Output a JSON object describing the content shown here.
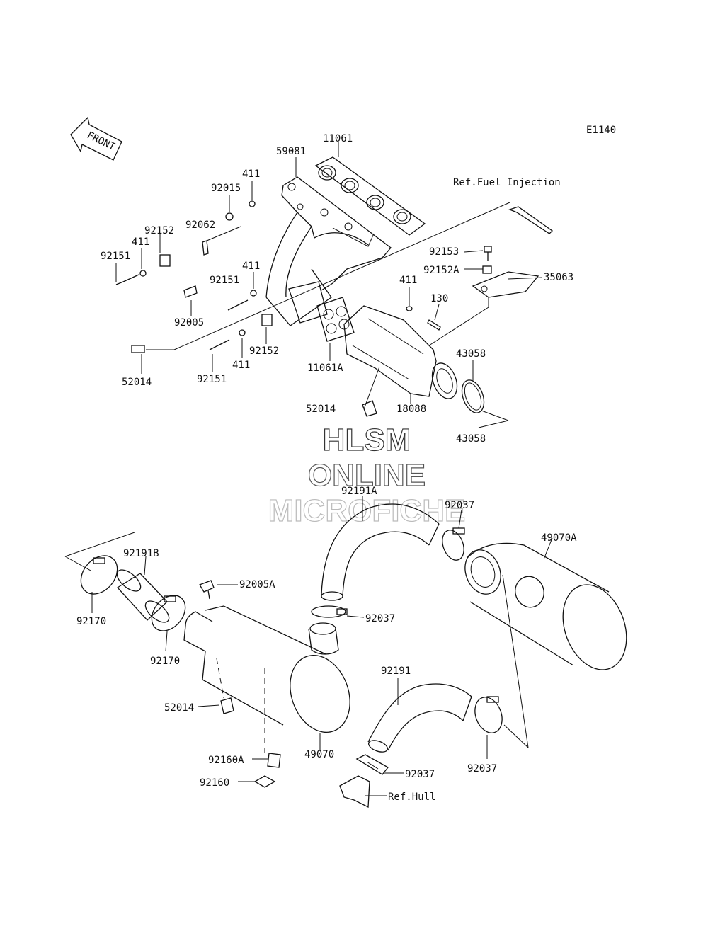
{
  "diagram_code": "E1140",
  "front_label": "FRONT",
  "watermark": [
    "HLSM",
    "ONLINE",
    "MICROFICHE"
  ],
  "labels": {
    "p11061": "11061",
    "p59081": "59081",
    "p411_a": "411",
    "p92015": "92015",
    "p92062": "92062",
    "p92152_a": "92152",
    "p411_b": "411",
    "p92151_a": "92151",
    "p411_c": "411",
    "p92151_b": "92151",
    "p92005": "92005",
    "p52014_a": "52014",
    "p92151_c": "92151",
    "p411_d": "411",
    "p92152_b": "92152",
    "p11061a": "11061A",
    "ref_fuel": "Ref.Fuel Injection",
    "p92153": "92153",
    "p92152a": "92152A",
    "p35063": "35063",
    "p411_e": "411",
    "p130": "130",
    "p43058_a": "43058",
    "p43058_b": "43058",
    "p18088": "18088",
    "p52014_b": "52014",
    "p92191a": "92191A",
    "p92037_a": "92037",
    "p49070a": "49070A",
    "p92191b": "92191B",
    "p92005a": "92005A",
    "p92170_a": "92170",
    "p92170_b": "92170",
    "p92037_b": "92037",
    "p52014_c": "52014",
    "p92191": "92191",
    "p92160a": "92160A",
    "p92160": "92160",
    "p49070": "49070",
    "p92037_c": "92037",
    "p92037_d": "92037",
    "ref_hull": "Ref.Hull"
  }
}
